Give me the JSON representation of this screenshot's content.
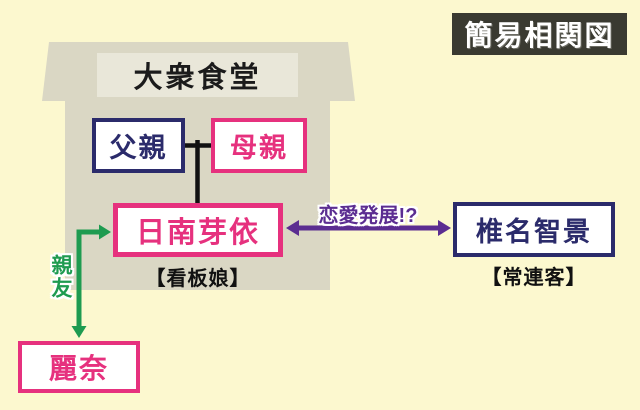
{
  "title_badge": {
    "label": "簡易相関図"
  },
  "building": {
    "sign_label": "大衆食堂"
  },
  "nodes": {
    "father": {
      "label": "父親"
    },
    "mother": {
      "label": "母親"
    },
    "mei": {
      "label": "日南芽依",
      "caption": "【看板娘】"
    },
    "shiina": {
      "label": "椎名智景",
      "caption": "【常連客】"
    },
    "rena": {
      "label": "麗奈"
    }
  },
  "edges": {
    "romance": {
      "label": "恋愛発展!?"
    },
    "bestfriend": {
      "label": "親友"
    }
  },
  "colors": {
    "background": "#FCF8CF",
    "building": "#DAD7C4",
    "sign_bg": "#E9E7D9",
    "badge_bg": "#3A3A31",
    "navy": "#2B2B6B",
    "magenta": "#E6317E",
    "purple": "#5B2D91",
    "green": "#1E9B50",
    "family_line": "#111111"
  }
}
